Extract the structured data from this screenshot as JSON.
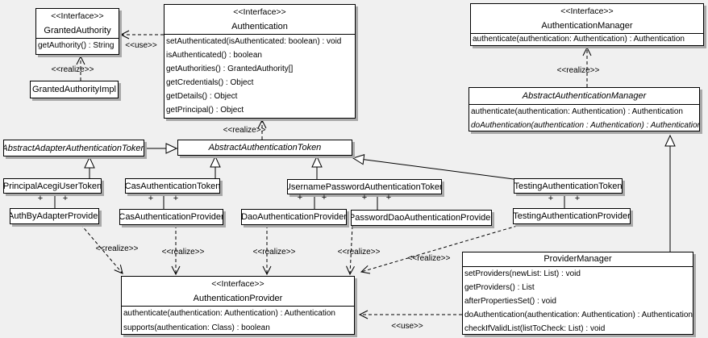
{
  "labels": {
    "realize": "<<realize>>",
    "use": "<<use>>",
    "plus": "+"
  },
  "colors": {
    "background": "#f0f0f0",
    "box_fill": "#ffffff",
    "box_border": "#000000",
    "box_shadow": "#a9a9a9",
    "text": "#000000"
  },
  "classes": {
    "granted_authority": {
      "stereotype": "<<Interface>>",
      "name": "GrantedAuthority",
      "methods": [
        "getAuthority() : String"
      ]
    },
    "granted_authority_impl": {
      "name": "GrantedAuthorityImpl"
    },
    "authentication": {
      "stereotype": "<<Interface>>",
      "name": "Authentication",
      "methods": [
        "setAuthenticated(isAuthenticated: boolean) : void",
        "isAuthenticated() : boolean",
        "getAuthorities() : GrantedAuthority[]",
        "getCredentials() : Object",
        "getDetails() : Object",
        "getPrincipal() : Object"
      ]
    },
    "authentication_manager": {
      "stereotype": "<<Interface>>",
      "name": "AuthenticationManager",
      "methods": [
        "authenticate(authentication: Authentication) : Authentication"
      ]
    },
    "abstract_authentication_manager": {
      "name": "AbstractAuthenticationManager",
      "methods": [
        "authenticate(authentication: Authentication) : Authentication",
        "doAuthentication(authentication : Authentication) : Authentication"
      ]
    },
    "abstract_adapter_authentication_token": {
      "name": "AbstractAdapterAuthenticationToken"
    },
    "abstract_authentication_token": {
      "name": "AbstractAuthenticationToken"
    },
    "principal_acegi_user_token": {
      "name": "PrincipalAcegiUserToken"
    },
    "cas_authentication_token": {
      "name": "CasAuthenticationToken"
    },
    "username_password_authentication_token": {
      "name": "UsernamePasswordAuthenticationToken"
    },
    "testing_authentication_token": {
      "name": "TestingAuthenticationToken"
    },
    "auth_by_adapter_provider": {
      "name": "AuthByAdapterProvider"
    },
    "cas_authentication_provider": {
      "name": "CasAuthenticationProvider"
    },
    "dao_authentication_provider": {
      "name": "DaoAuthenticationProvider"
    },
    "password_dao_authentication_provider": {
      "name": "PasswordDaoAuthenticationProvider"
    },
    "testing_authentication_provider": {
      "name": "TestingAuthenticationProvider"
    },
    "authentication_provider": {
      "stereotype": "<<Interface>>",
      "name": "AuthenticationProvider",
      "methods": [
        "authenticate(authentication: Authentication) : Authentication",
        "supports(authentication: Class) : boolean"
      ]
    },
    "provider_manager": {
      "name": "ProviderManager",
      "methods": [
        "setProviders(newList: List) : void",
        "getProviders() : List",
        "afterPropertiesSet() : void",
        "doAuthentication(authentication: Authentication) : Authentication",
        "checkIfValidList(listToCheck: List) : void"
      ]
    }
  }
}
